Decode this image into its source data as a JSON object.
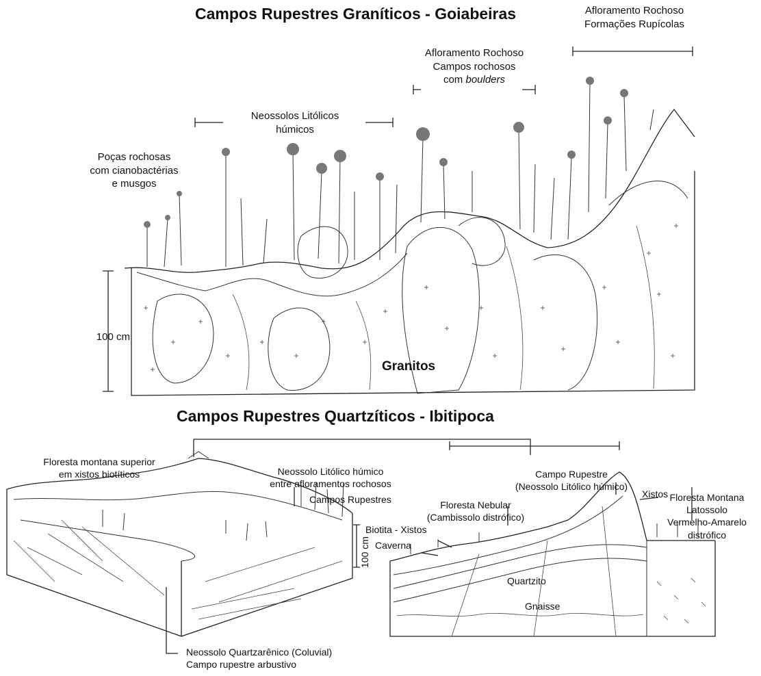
{
  "top": {
    "title": "Campos Rupestres Graníticos - Goiabeiras",
    "afloramento_formacoes": {
      "line1": "Afloramento Rochoso",
      "line2": "Formações Rupícolas"
    },
    "afloramento_campos": {
      "line1": "Afloramento Rochoso",
      "line2": "Campos rochosos",
      "line3_prefix": "com ",
      "line3_italic": "boulders"
    },
    "neossolos": {
      "line1": "Neossolos Litólicos",
      "line2": "húmicos"
    },
    "pocas": {
      "line1": "Poças rochosas",
      "line2": "com cianobactérias",
      "line3": "e musgos"
    },
    "scale": "100 cm",
    "granitos": "Granitos"
  },
  "bottom": {
    "title": "Campos Rupestres Quartzíticos - Ibitipoca",
    "floresta_montana_superior": {
      "line1": "Floresta montana superior",
      "line2": "em xistos biotíticos"
    },
    "neossolo_litolico_entre": {
      "line1": "Neossolo Litólico húmico",
      "line2": "entre afloramentos rochosos"
    },
    "campos_rupestres": "Campos Rupestres",
    "campo_rupestre": {
      "line1": "Campo Rupestre",
      "line2": "(Neossolo Litólico húmico)"
    },
    "floresta_nebular": {
      "line1": "Floresta Nebular",
      "line2": "(Cambissolo distrófico)"
    },
    "xistos": "Xistos",
    "floresta_montana": {
      "line1": "Floresta Montana",
      "line2": "Latossolo",
      "line3": "Vermelho-Amarelo",
      "line4": "distrófico"
    },
    "biotita_xistos": "Biotita - Xistos",
    "caverna": "Caverna",
    "quartzito": "Quartzito",
    "gnaisse": "Gnaisse",
    "scale": "100 cm",
    "neossolo_quartzarenico": {
      "line1": "Neossolo Quartzarênico (Coluvial)",
      "line2": "Campo rupestre arbustivo"
    }
  }
}
